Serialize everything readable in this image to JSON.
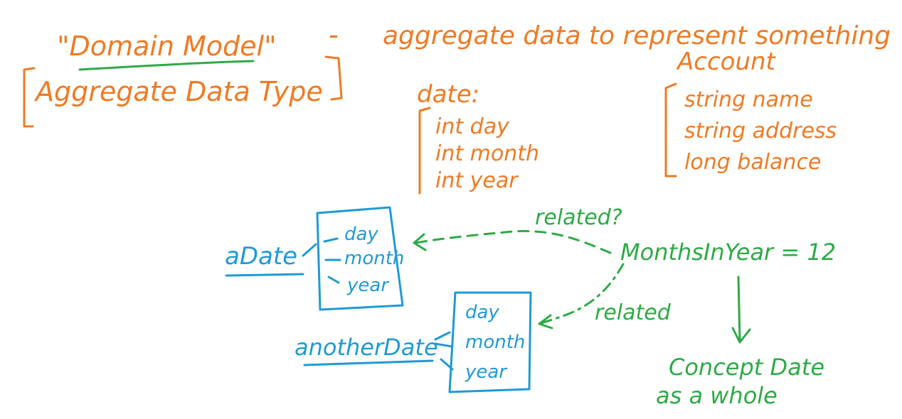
{
  "colors": {
    "orange": "#f07a22",
    "blue": "#1e9ad6",
    "green": "#2eaa45",
    "background": "#ffffff"
  },
  "heading": {
    "domain_model": "\"Domain Model\"",
    "dash": "-",
    "description": "aggregate data to represent something",
    "aggregate_data_type": "Aggregate Data Type"
  },
  "date_struct": {
    "title": "date:",
    "fields": [
      "int day",
      "int month",
      "int year"
    ]
  },
  "account_struct": {
    "title": "Account",
    "fields": [
      "string name",
      "string address",
      "long balance"
    ]
  },
  "a_date": {
    "label": "aDate",
    "fields": [
      "day",
      "month",
      "year"
    ]
  },
  "another_date": {
    "label": "anotherDate",
    "fields": [
      "day",
      "month",
      "year"
    ]
  },
  "months_in_year": {
    "text": "MonthsInYear = 12",
    "related_question": "related?",
    "related": "related"
  },
  "concept": {
    "line1": "Concept Date",
    "line2": "as a whole"
  }
}
